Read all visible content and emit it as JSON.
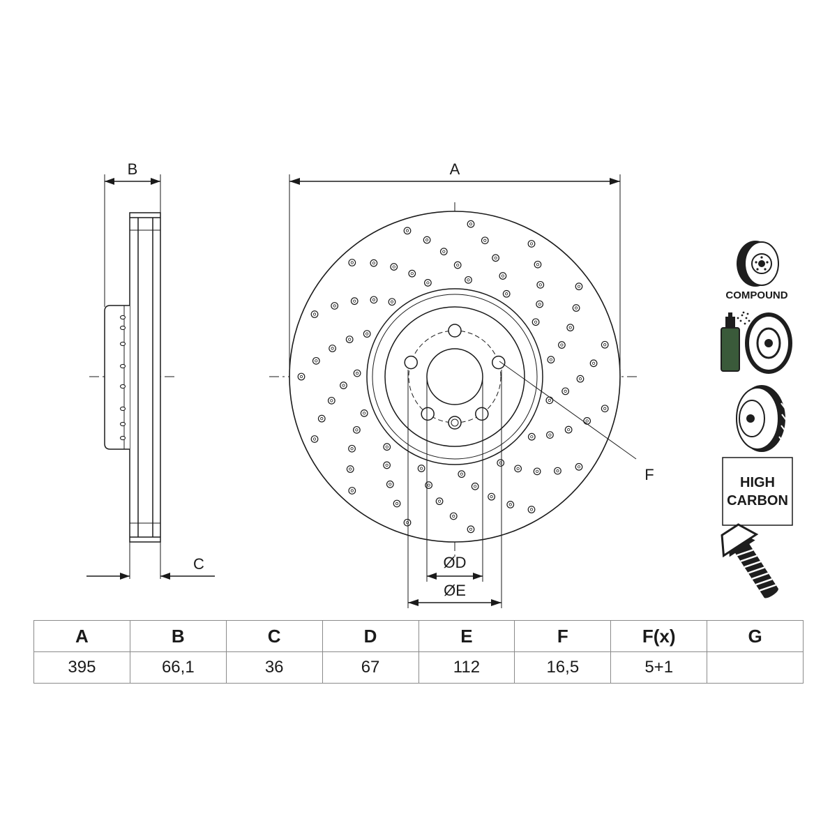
{
  "drawing": {
    "dimension_labels": {
      "a": "A",
      "b": "B",
      "c": "C",
      "d": "ØD",
      "e": "ØE",
      "f": "F"
    }
  },
  "badges": {
    "compound": "COMPOUND",
    "high_carbon_line1": "HIGH",
    "high_carbon_line2": "CARBON"
  },
  "spec_table": {
    "headers": [
      "A",
      "B",
      "C",
      "D",
      "E",
      "F",
      "F(x)",
      "G"
    ],
    "values": [
      "395",
      "66,1",
      "36",
      "67",
      "112",
      "16,5",
      "5+1",
      ""
    ]
  },
  "colors": {
    "line": "#1a1a1a",
    "icon_dark": "#1e1e1e",
    "icon_green": "#3a5a3a",
    "table_border": "#8a8a8a"
  }
}
